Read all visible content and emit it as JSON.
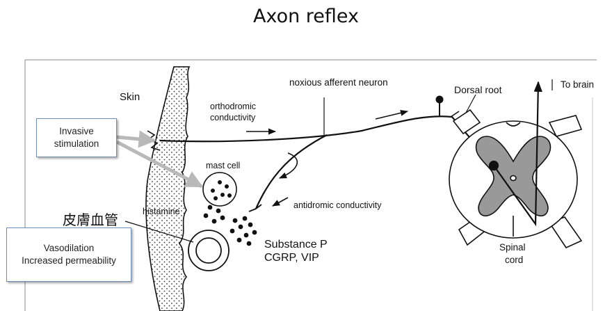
{
  "title": "Axon reflex",
  "labels": {
    "skin": "Skin",
    "noxious": "noxious afferent neuron",
    "dorsal_root": "Dorsal root",
    "to_brain": "To brain",
    "orthodromic_1": "orthodromic",
    "orthodromic_2": "conductivity",
    "mast_cell": "mast cell",
    "histamine": "histamine",
    "antidromic": "antidromic conductivity",
    "substance_p": "Substance P",
    "cgrp": "CGRP, VIP",
    "spinal_1": "Spinal",
    "spinal_2": "cord",
    "cjk_vessel": "皮膚血管"
  },
  "boxes": {
    "invasive_1": "Invasive",
    "invasive_2": "stimulation",
    "vaso_1": "Vasodilation",
    "vaso_2": "Increased permeability"
  }
}
